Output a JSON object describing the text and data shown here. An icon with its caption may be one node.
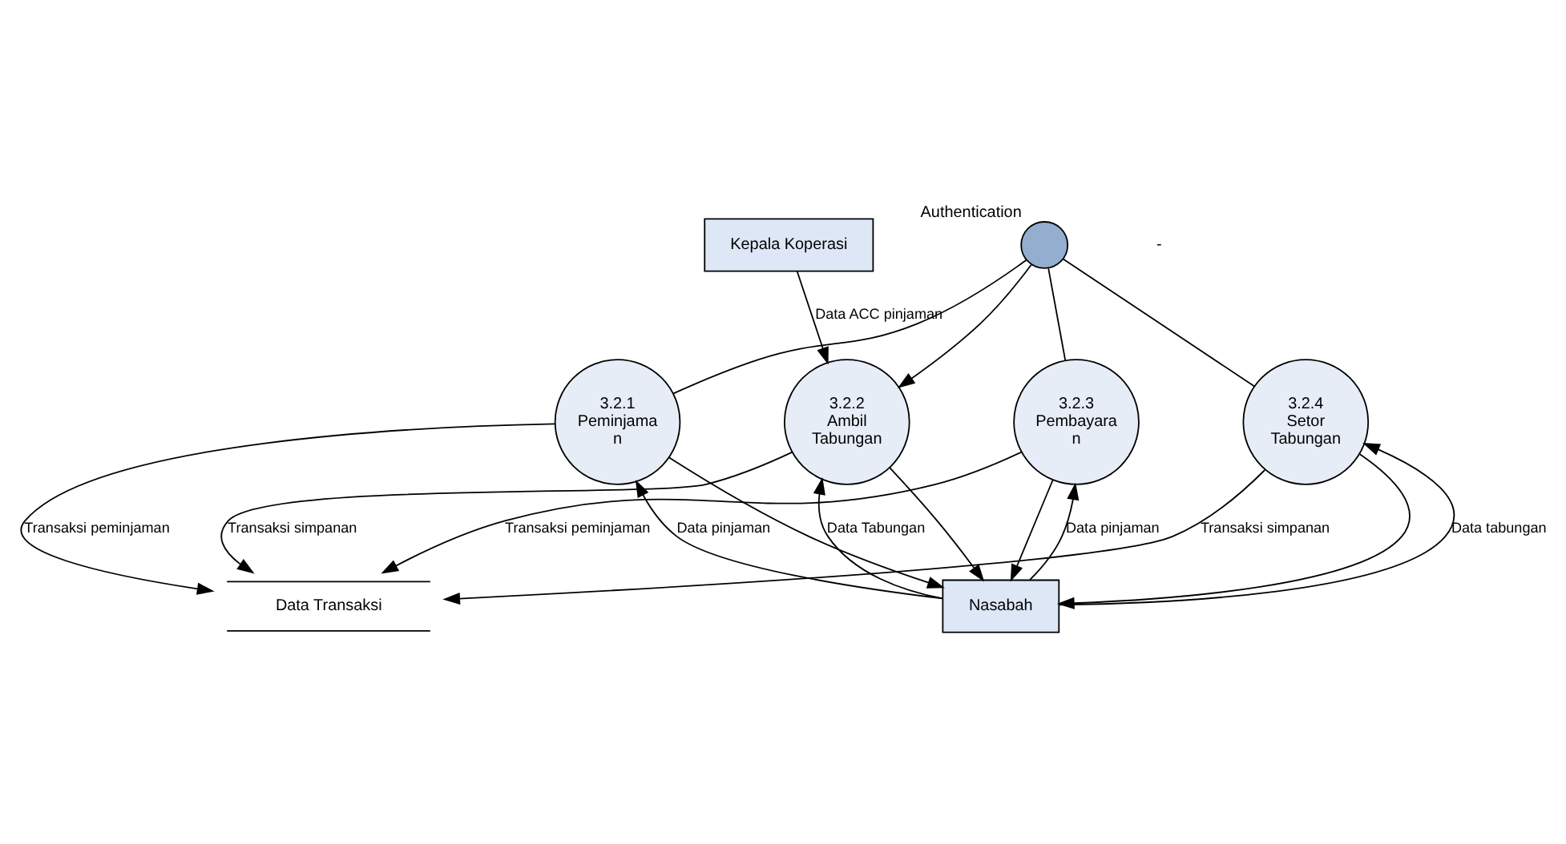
{
  "diagram": {
    "nodes": [
      {
        "text": [],
        "shape": "circle",
        "beside": [
          "Authentication"
        ]
      },
      {
        "text": [
          "Kepala Koperasi"
        ]
      },
      {
        "text": [
          "3.2.1 Peminjama n"
        ]
      },
      {
        "text": [
          "3.2.2 Ambil Tabungan"
        ]
      },
      {
        "text": [
          "3.2.3 Pembayara n"
        ]
      },
      {
        "text": [
          "3.2.4 Setor Tabungan"
        ]
      },
      {
        "text": [
          "Data Transaksi"
        ]
      },
      {
        "text": [
          "Nasabah"
        ]
      }
    ],
    "edges": [
      {
        "from": 0,
        "to": 2,
        "arrow": "none"
      },
      {
        "from": 0,
        "to": 3,
        "arrow": "to"
      },
      {
        "from": 0,
        "to": 4,
        "arrow": "none"
      },
      {
        "from": 0,
        "to": 5,
        "arrow": "none"
      },
      {
        "from": 1,
        "to": 3,
        "arrow": "to",
        "label": "Data ACC pinjaman"
      },
      {
        "from": 2,
        "to": 6,
        "arrow": "to",
        "label": "Transaksi peminjaman"
      },
      {
        "from": 3,
        "to": 6,
        "arrow": "to",
        "label": "Transaksi simpanan"
      },
      {
        "from": 4,
        "to": 6,
        "arrow": "to",
        "label": "Transaksi peminjaman"
      },
      {
        "from": 5,
        "to": 6,
        "arrow": "to",
        "label": "Transaksi simpanan"
      },
      {
        "from": 2,
        "to": 7,
        "arrow": "to"
      },
      {
        "from": 3,
        "to": 7,
        "arrow": "to"
      },
      {
        "from": 4,
        "to": 7,
        "arrow": "to"
      },
      {
        "from": 5,
        "to": 7,
        "arrow": "to"
      },
      {
        "from": 7,
        "to": 2,
        "arrow": "to",
        "label": "Data pinjaman"
      },
      {
        "from": 7,
        "to": 3,
        "arrow": "to",
        "label": "Data Tabungan"
      },
      {
        "from": 7,
        "to": 4,
        "arrow": "to",
        "label": "Data pinjaman"
      },
      {
        "from": 7,
        "to": 5,
        "arrow": "to",
        "label": "Data tabungan"
      }
    ],
    "labels": [
      "-"
    ]
  }
}
